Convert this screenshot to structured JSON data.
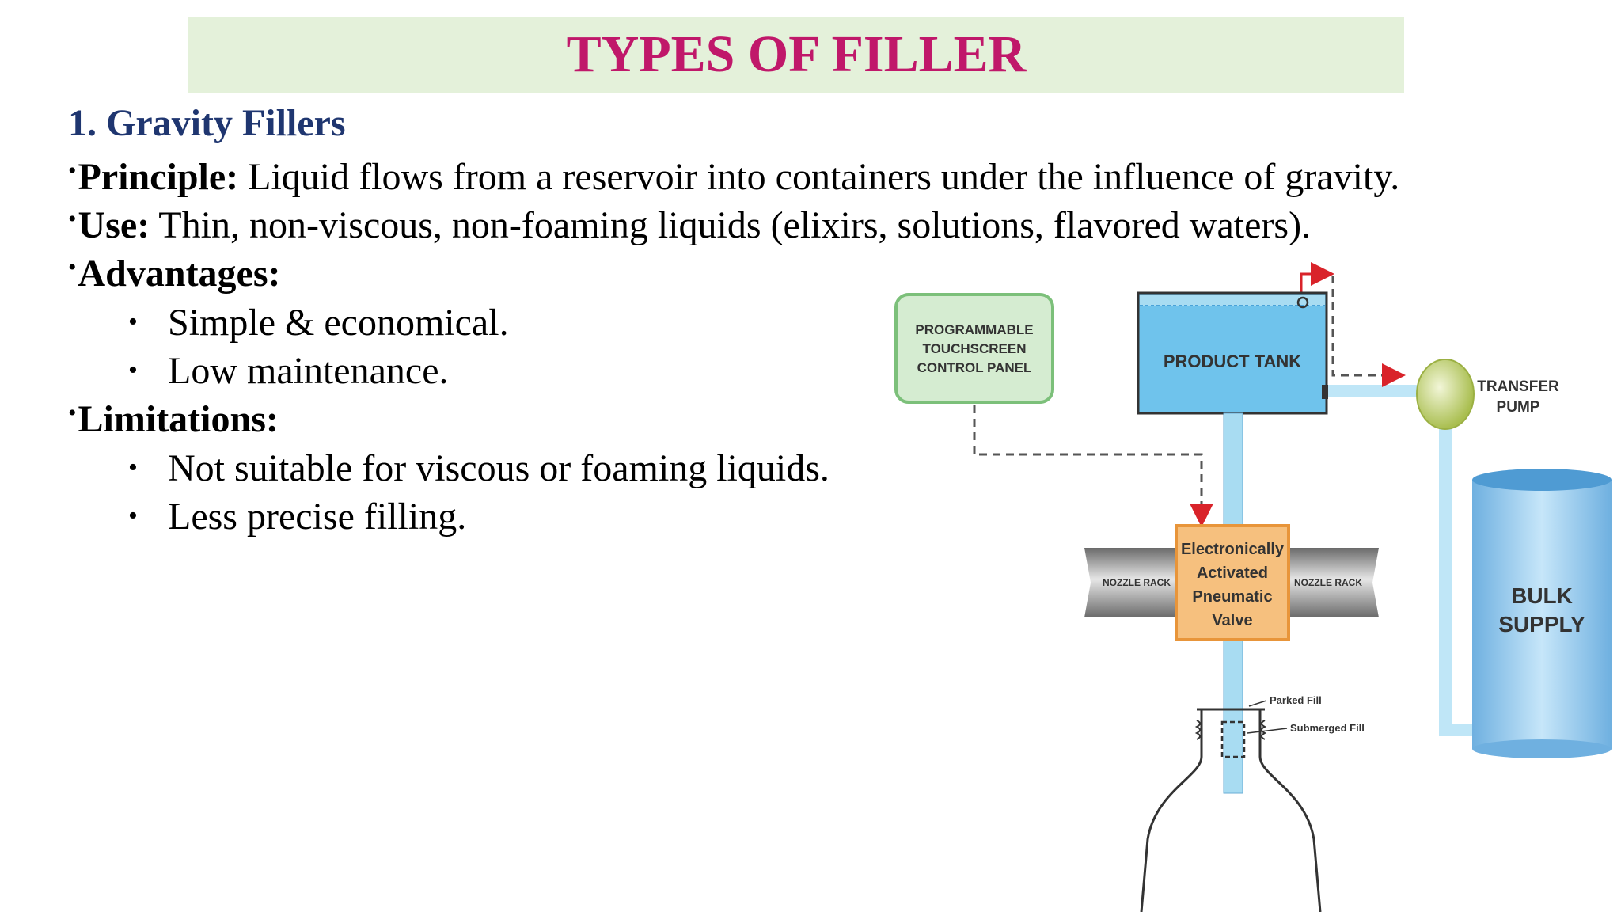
{
  "slide": {
    "title": "TYPES OF FILLER",
    "section_heading": "1. Gravity Fillers",
    "principle_label": "Principle:",
    "principle_text": " Liquid flows from a reservoir into containers under the influence of gravity.",
    "use_label": "Use:",
    "use_text": " Thin, non-viscous, non-foaming liquids (elixirs, solutions, flavored waters).",
    "advantages_label": "Advantages:",
    "advantages": [
      "Simple & economical.",
      "Low maintenance."
    ],
    "limitations_label": "Limitations:",
    "limitations": [
      "Not suitable for viscous or foaming liquids.",
      "Less precise filling."
    ]
  },
  "diagram": {
    "control_panel": [
      "PROGRAMMABLE",
      "TOUCHSCREEN",
      "CONTROL PANEL"
    ],
    "product_tank": "PRODUCT TANK",
    "transfer_pump": [
      "TRANSFER",
      "PUMP"
    ],
    "bulk_supply": [
      "BULK",
      "SUPPLY"
    ],
    "nozzle_rack": "NOZZLE RACK",
    "valve": [
      "Electronically",
      "Activated",
      "Pneumatic",
      "Valve"
    ],
    "parked_fill": "Parked Fill",
    "submerged_fill": "Submerged Fill",
    "colors": {
      "title": "#c0186a",
      "heading": "#1f3670",
      "title_band": "#e4f1da",
      "liquid": "#a8dcf2",
      "tank": "#6fc3ec",
      "panel_fill": "#d5ecd1",
      "panel_border": "#7cc07a",
      "valve_fill": "#f6c07e",
      "valve_border": "#e8953a",
      "pump": "#c9d97d",
      "arrow": "#d9232a"
    }
  }
}
